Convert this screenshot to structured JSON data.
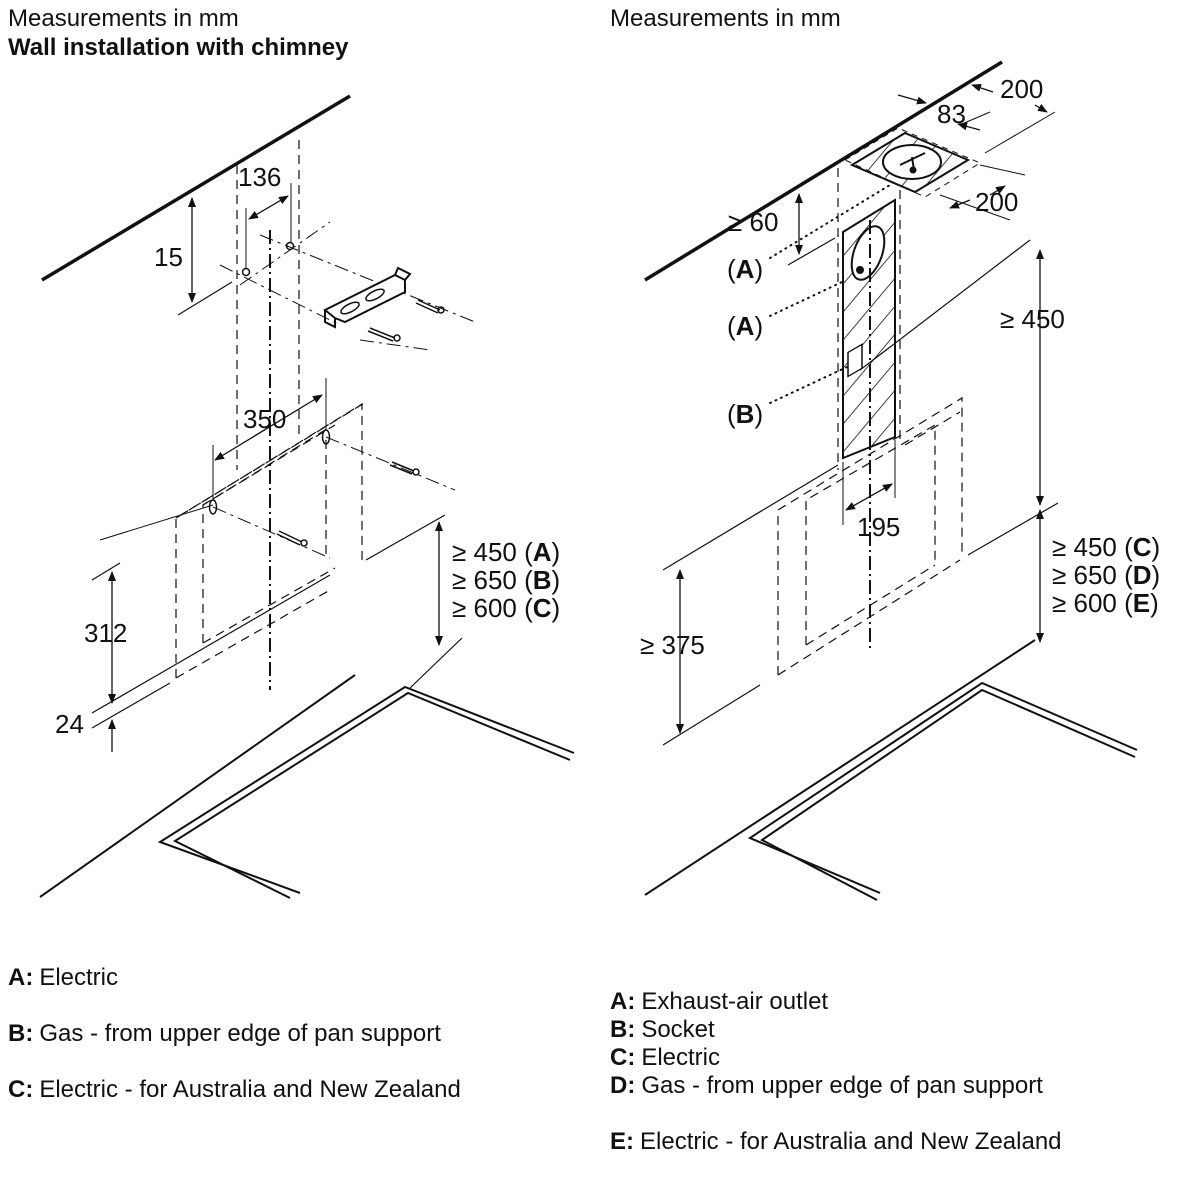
{
  "left": {
    "heading": "Measurements in mm",
    "subheading": "Wall installation with chimney",
    "dimensions": {
      "d136": "136",
      "d15": "15",
      "d350": "350",
      "d312": "312",
      "d24": "24",
      "clearance": [
        {
          "prefix": "≥ 450 (",
          "key": "A",
          "suffix": ")"
        },
        {
          "prefix": "≥ 650 (",
          "key": "B",
          "suffix": ")"
        },
        {
          "prefix": "≥ 600 (",
          "key": "C",
          "suffix": ")"
        }
      ]
    },
    "legend": [
      {
        "key": "A:",
        "text": "Electric"
      },
      {
        "key": "B:",
        "text": "Gas - from upper edge of pan support"
      },
      {
        "key": "C:",
        "text": "Electric - for Australia and New Zealand"
      }
    ]
  },
  "right": {
    "heading": "Measurements in mm",
    "dimensions": {
      "d200_top": "200",
      "d83": "83",
      "d200_side": "200",
      "d60": "≥ 60",
      "d450": "≥ 450",
      "d195": "195",
      "d375": "≥ 375",
      "clearance": [
        {
          "prefix": "≥ 450 (",
          "key": "C",
          "suffix": ")"
        },
        {
          "prefix": "≥ 650 (",
          "key": "D",
          "suffix": ")"
        },
        {
          "prefix": "≥ 600 (",
          "key": "E",
          "suffix": ")"
        }
      ]
    },
    "callouts": [
      {
        "open": "(",
        "key": "A",
        "close": ")"
      },
      {
        "open": "(",
        "key": "A",
        "close": ")"
      },
      {
        "open": "(",
        "key": "B",
        "close": ")"
      }
    ],
    "legend": [
      {
        "key": "A:",
        "text": "Exhaust-air outlet"
      },
      {
        "key": "B:",
        "text": "Socket"
      },
      {
        "key": "C:",
        "text": "Electric"
      },
      {
        "key": "D:",
        "text": "Gas - from upper edge of pan support"
      },
      {
        "key": "E:",
        "text": "Electric - for Australia and New Zealand"
      }
    ]
  }
}
